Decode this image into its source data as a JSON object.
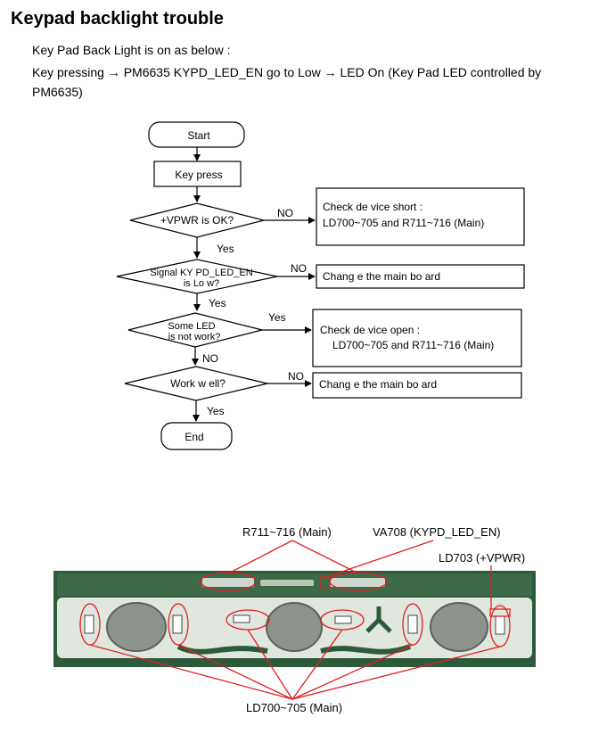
{
  "title": "Keypad backlight trouble",
  "intro": {
    "line1": "Key Pad Back Light is on as below :",
    "line2": "Key pressing → PM6635 KYPD_LED_EN go to Low → LED On (Key Pad LED controlled by",
    "line3": "PM6635)"
  },
  "flowchart": {
    "start": "Start",
    "key_press": "Key press",
    "d1": "+VPWR is OK?",
    "d1_no": "NO",
    "d1_yes": "Yes",
    "box1_l1": "Check  de vice short :",
    "box1_l2": "LD700~705 and R711~716 (Main)",
    "d2_l1": "Signal KY PD_LED_EN",
    "d2_l2": "is Lo w?",
    "d2_no": "NO",
    "d2_yes": "Yes",
    "box2": "Chang e the main bo ard",
    "d3_l1": "Some LED",
    "d3_l2": "is not  work?",
    "d3_yes": "Yes",
    "d3_no": "NO",
    "box3_l1": "Check  de vice open :",
    "box3_l2": "LD700~705 and R711~716 (Main)",
    "d4": "Work w ell?",
    "d4_no": "NO",
    "d4_yes": "Yes",
    "box4": "Chang e the main bo ard",
    "end": "End"
  },
  "photo": {
    "label_r": "R711~716 (Main)",
    "label_va": "VA708 (KYPD_LED_EN)",
    "label_ld703": "LD703 (+VPWR)",
    "label_ld": "LD700~705 (Main)"
  },
  "colors": {
    "annotation": "#e02020",
    "board": "#2e5a3c",
    "pcb_light": "#dde6dc"
  }
}
